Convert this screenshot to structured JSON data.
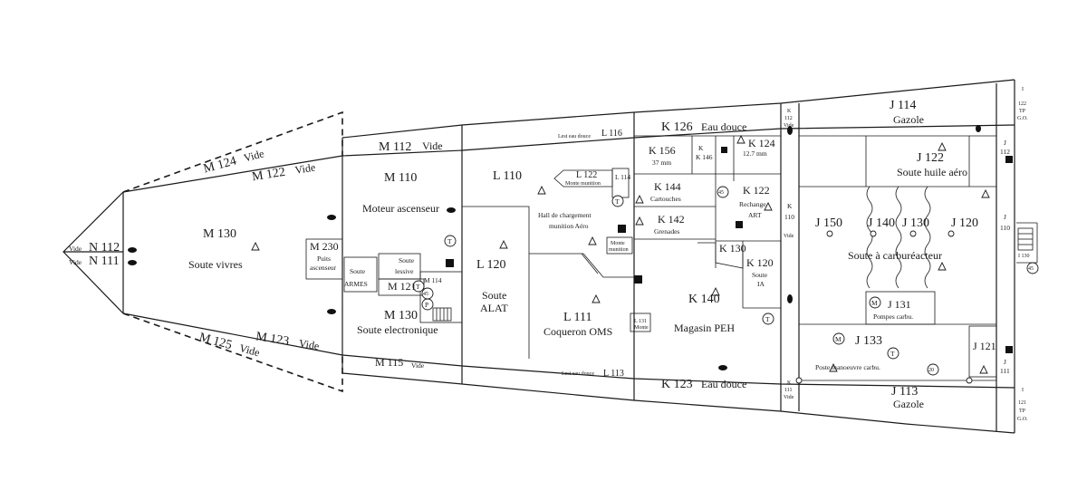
{
  "colors": {
    "line": "#1a1a1a",
    "background": "#ffffff",
    "fill_symbol": "#111111"
  },
  "compartments": {
    "n112": {
      "code": "N 112",
      "vide": "Vide"
    },
    "n111": {
      "code": "N 111",
      "vide": "Vide"
    },
    "m124": {
      "code": "M 124",
      "label": "Vide"
    },
    "m122": {
      "code": "M 122",
      "label": "Vide"
    },
    "m130_fwd": {
      "code": "M 130",
      "label": "Soute vivres"
    },
    "m123": {
      "code": "M 123",
      "label": "Vide"
    },
    "m125": {
      "code": "M 125",
      "label": "Vide"
    },
    "m230": {
      "code": "M 230",
      "label_1": "Puits",
      "label_2": "ascenseur"
    },
    "soute_armes": {
      "line_1": "Soute",
      "line_2": "ARMES"
    },
    "soute_lessive": {
      "line_1": "Soute",
      "line_2": "lessive"
    },
    "m121": {
      "code": "M 121"
    },
    "m114": {
      "code": "M 114"
    },
    "m112": {
      "code": "M 112",
      "label": "Vide"
    },
    "m110": {
      "code": "M 110",
      "label": "Moteur ascenseur"
    },
    "m130_aft": {
      "code": "M 130",
      "label": "Soute electronique"
    },
    "m115": {
      "code": "M 115",
      "label": "Vide"
    },
    "l110": {
      "code": "L 110"
    },
    "l120": {
      "code": "L 120",
      "label_1": "Soute",
      "label_2": "ALAT"
    },
    "l116": {
      "label": "Lest eau douce",
      "code": "L 116"
    },
    "l122": {
      "code": "L 122",
      "label": "Monte munition"
    },
    "l114": {
      "code": "L 114"
    },
    "hall": {
      "line_1": "Hall de chargement",
      "line_2": "munition Aéro"
    },
    "monte_munition": {
      "line_1": "Monte",
      "line_2": "munition"
    },
    "l111": {
      "code": "L 111",
      "label": "Coqueron OMS"
    },
    "l131": {
      "code": "L 131",
      "label": "Monte"
    },
    "l113": {
      "label": "Lest eau douce",
      "code": "L 113"
    },
    "k126": {
      "code": "K 126",
      "label": "Eau douce"
    },
    "k156": {
      "code": "K 156",
      "label": "37 mm"
    },
    "k146": {
      "code": "K 146"
    },
    "k124": {
      "code": "K 124",
      "label": "12.7 mm"
    },
    "k144": {
      "code": "K 144",
      "label": "Cartouches"
    },
    "k122": {
      "code": "K 122",
      "label_1": "Rechange",
      "label_2": "ART"
    },
    "k142": {
      "code": "K 142",
      "label": "Grenades"
    },
    "k130": {
      "code": "K 130"
    },
    "k120": {
      "code": "K 120",
      "label_1": "Soute",
      "label_2": "IA"
    },
    "k140": {
      "code": "K 140",
      "label": "Magasin PEH"
    },
    "k123": {
      "code": "K 123",
      "label": "Eau douce"
    },
    "k112": {
      "code_1": "K",
      "code_2": "112",
      "label": "Vide"
    },
    "k110": {
      "code_1": "K",
      "code_2": "110",
      "label": "Vide"
    },
    "k111": {
      "code_1": "K",
      "code_2": "111",
      "label": "Vide"
    },
    "j114": {
      "code": "J 114",
      "label": "Gazole"
    },
    "j122": {
      "code": "J 122",
      "label": "Soute huile aéro"
    },
    "j150": {
      "code": "J 150"
    },
    "j140": {
      "code": "J 140"
    },
    "j130": {
      "code": "J 130"
    },
    "j120": {
      "code": "J 120"
    },
    "carbureacteur": {
      "label": "Soute à carburéacteur"
    },
    "j131": {
      "code": "J 131",
      "label": "Pompes carbu."
    },
    "j133": {
      "code": "J 133",
      "label": "Poste manoeuvre carbu."
    },
    "j113": {
      "code": "J 113",
      "label": "Gazole"
    },
    "j112": {
      "code_1": "J",
      "code_2": "112"
    },
    "j110": {
      "code_1": "J",
      "code_2": "110"
    },
    "j121": {
      "code": "J 121"
    },
    "j111": {
      "code_1": "J",
      "code_2": "111"
    },
    "i122": {
      "code_1": "I",
      "code_2": "122",
      "label_1": "TP",
      "label_2": "G.O."
    },
    "i121": {
      "code_1": "I",
      "code_2": "121",
      "label_1": "TP",
      "label_2": "G.O."
    },
    "i130": {
      "code": "I 130"
    }
  },
  "symbols": {
    "telephone": "T",
    "motor": "M",
    "pump": "P",
    "fire_main": "45",
    "valve": "20"
  }
}
